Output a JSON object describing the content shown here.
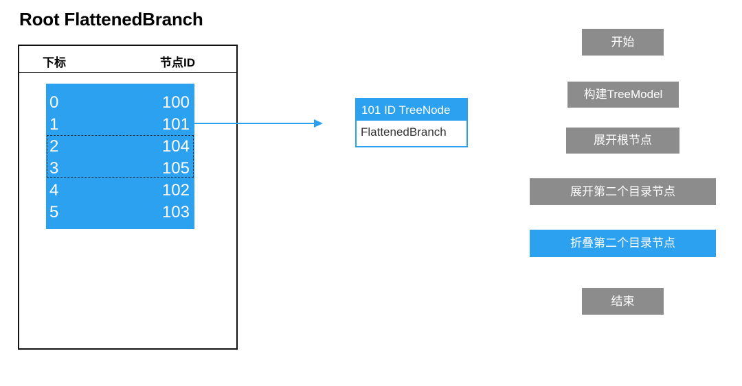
{
  "title": "Root FlattenedBranch",
  "table": {
    "header_index": "下标",
    "header_node_id": "节点ID",
    "rows": [
      {
        "index": "0",
        "node_id": "100"
      },
      {
        "index": "1",
        "node_id": "101"
      },
      {
        "index": "2",
        "node_id": "104"
      },
      {
        "index": "3",
        "node_id": "105"
      },
      {
        "index": "4",
        "node_id": "102"
      },
      {
        "index": "5",
        "node_id": "103"
      }
    ]
  },
  "node": {
    "header": "101 ID TreeNode",
    "body": "FlattenedBranch"
  },
  "steps": [
    {
      "label": "开始",
      "state": "default"
    },
    {
      "label": "构建TreeModel",
      "state": "default"
    },
    {
      "label": "展开根节点",
      "state": "default"
    },
    {
      "label": "展开第二个目录节点",
      "state": "default"
    },
    {
      "label": "折叠第二个目录节点",
      "state": "active"
    },
    {
      "label": "结束",
      "state": "default"
    }
  ],
  "colors": {
    "accent_blue": "#2ba1f0",
    "step_gray": "#8c8c8c",
    "border": "#111111"
  }
}
